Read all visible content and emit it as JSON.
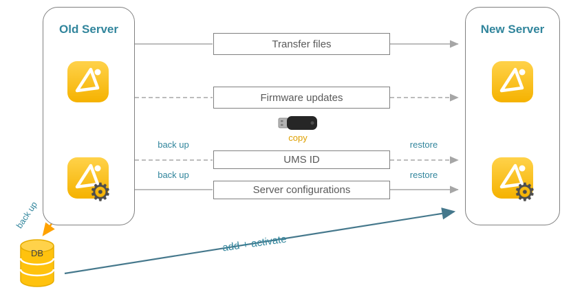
{
  "colors": {
    "teal_text": "#31859C",
    "migration_arrow_teal": "#45788C",
    "arrow_gray": "#A6A6A6",
    "box_border_gray": "#7F7F7F",
    "box_text_gray": "#595959",
    "icon_yellow": "#FFC20E",
    "orange_arrow": "#FFA200",
    "copy_label_orange": "#DFA000",
    "gear_gray": "#4D4D4D"
  },
  "panels": {
    "old_server": {
      "title": "Old Server"
    },
    "new_server": {
      "title": "New Server"
    }
  },
  "rows": [
    {
      "label": "Transfer files",
      "line_style": "solid"
    },
    {
      "label": "Firmware updates",
      "line_style": "dashed"
    },
    {
      "label": "UMS ID",
      "line_style": "dashed",
      "left_label": "back up",
      "right_label": "restore"
    },
    {
      "label": "Server configurations",
      "line_style": "solid",
      "left_label": "back up",
      "right_label": "restore"
    }
  ],
  "usb": {
    "label": "copy",
    "icon": "usb-stick-icon"
  },
  "db": {
    "label": "DB",
    "backup_label": "back up",
    "icon": "database-cylinder-icon"
  },
  "migration_arrow": {
    "label": "add + activate"
  },
  "icons": {
    "gear_glyph": "⚙"
  }
}
